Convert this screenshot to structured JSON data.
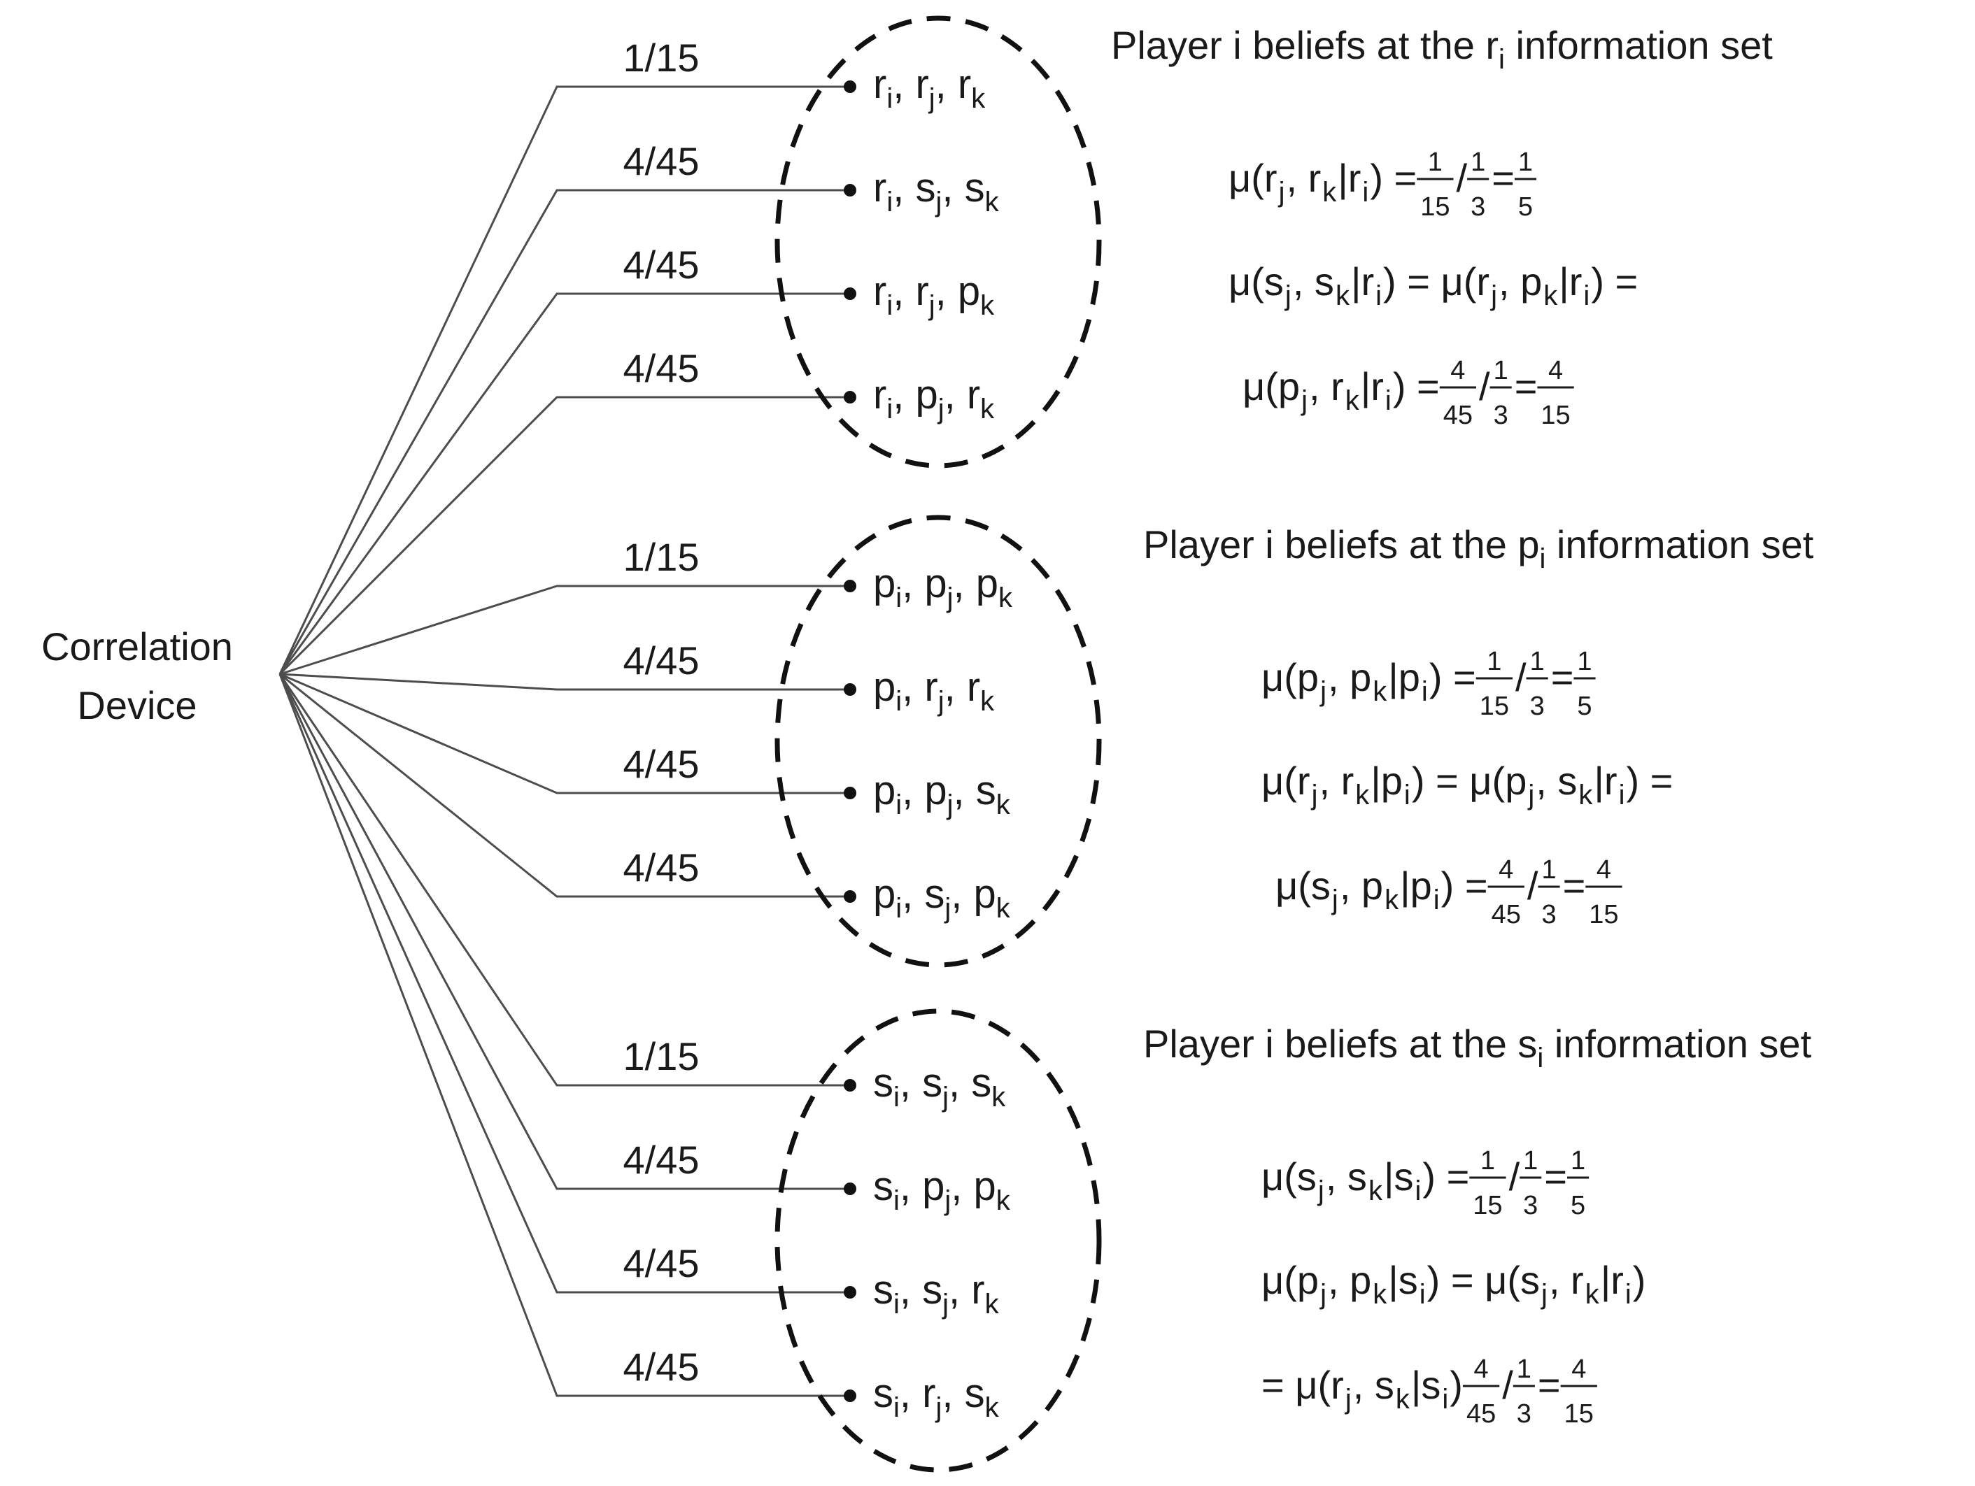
{
  "root_label": [
    "Correlation",
    "Device"
  ],
  "groups": [
    {
      "heading": {
        "pre": "Player i beliefs at the ",
        "var": "r",
        "sub": "i",
        "post": " information set"
      },
      "branches": [
        {
          "prob": "1/15",
          "leaf": [
            [
              "r",
              "i"
            ],
            [
              "r",
              "j"
            ],
            [
              "r",
              "k"
            ]
          ]
        },
        {
          "prob": "4/45",
          "leaf": [
            [
              "r",
              "i"
            ],
            [
              "s",
              "j"
            ],
            [
              "s",
              "k"
            ]
          ]
        },
        {
          "prob": "4/45",
          "leaf": [
            [
              "r",
              "i"
            ],
            [
              "r",
              "j"
            ],
            [
              "p",
              "k"
            ]
          ]
        },
        {
          "prob": "4/45",
          "leaf": [
            [
              "r",
              "i"
            ],
            [
              "p",
              "j"
            ],
            [
              "r",
              "k"
            ]
          ]
        }
      ],
      "equations": [
        [
          {
            "t": "μ(r"
          },
          {
            "s": "j"
          },
          {
            "t": ", r"
          },
          {
            "s": "k"
          },
          {
            "t": " |r"
          },
          {
            "s": "i"
          },
          {
            "t": ") = "
          },
          {
            "f": [
              "1",
              "15"
            ]
          },
          {
            "t": " / "
          },
          {
            "f": [
              "1",
              "3"
            ]
          },
          {
            "t": " = "
          },
          {
            "f": [
              "1",
              "5"
            ]
          }
        ],
        [
          {
            "t": "μ(s"
          },
          {
            "s": "j"
          },
          {
            "t": ", s"
          },
          {
            "s": "k"
          },
          {
            "t": " |r"
          },
          {
            "s": "i"
          },
          {
            "t": ") = μ(r"
          },
          {
            "s": "j"
          },
          {
            "t": ", p"
          },
          {
            "s": "k"
          },
          {
            "t": " |r"
          },
          {
            "s": "i"
          },
          {
            "t": ") ="
          }
        ],
        [
          {
            "t": "μ(p"
          },
          {
            "s": "j"
          },
          {
            "t": ", r"
          },
          {
            "s": "k"
          },
          {
            "t": " |r"
          },
          {
            "s": "i"
          },
          {
            "t": ") =  "
          },
          {
            "f": [
              "4",
              "45"
            ]
          },
          {
            "t": " / "
          },
          {
            "f": [
              "1",
              "3"
            ]
          },
          {
            "t": " = "
          },
          {
            "f": [
              "4",
              "15"
            ]
          }
        ]
      ]
    },
    {
      "heading": {
        "pre": "Player i beliefs at the ",
        "var": "p",
        "sub": "i",
        "post": " information set"
      },
      "branches": [
        {
          "prob": "1/15",
          "leaf": [
            [
              "p",
              "i"
            ],
            [
              "p",
              "j"
            ],
            [
              "p",
              "k"
            ]
          ]
        },
        {
          "prob": "4/45",
          "leaf": [
            [
              "p",
              "i"
            ],
            [
              "r",
              "j"
            ],
            [
              "r",
              "k"
            ]
          ]
        },
        {
          "prob": "4/45",
          "leaf": [
            [
              "p",
              "i"
            ],
            [
              "p",
              "j"
            ],
            [
              "s",
              "k"
            ]
          ]
        },
        {
          "prob": "4/45",
          "leaf": [
            [
              "p",
              "i"
            ],
            [
              "s",
              "j"
            ],
            [
              "p",
              "k"
            ]
          ]
        }
      ],
      "equations": [
        [
          {
            "t": "μ(p"
          },
          {
            "s": "j"
          },
          {
            "t": ", p"
          },
          {
            "s": "k"
          },
          {
            "t": " |p"
          },
          {
            "s": "i"
          },
          {
            "t": ") = "
          },
          {
            "f": [
              "1",
              "15"
            ]
          },
          {
            "t": " / "
          },
          {
            "f": [
              "1",
              "3"
            ]
          },
          {
            "t": " = "
          },
          {
            "f": [
              "1",
              "5"
            ]
          }
        ],
        [
          {
            "t": "μ(r"
          },
          {
            "s": "j"
          },
          {
            "t": ", r"
          },
          {
            "s": "k"
          },
          {
            "t": " |p"
          },
          {
            "s": "i"
          },
          {
            "t": ") = μ(p"
          },
          {
            "s": "j"
          },
          {
            "t": ", s"
          },
          {
            "s": "k"
          },
          {
            "t": " |r"
          },
          {
            "s": "i"
          },
          {
            "t": ") ="
          }
        ],
        [
          {
            "t": "μ(s"
          },
          {
            "s": "j"
          },
          {
            "t": ", p"
          },
          {
            "s": "k"
          },
          {
            "t": " |p"
          },
          {
            "s": "i"
          },
          {
            "t": ") =  "
          },
          {
            "f": [
              "4",
              "45"
            ]
          },
          {
            "t": " / "
          },
          {
            "f": [
              "1",
              "3"
            ]
          },
          {
            "t": " = "
          },
          {
            "f": [
              "4",
              "15"
            ]
          }
        ]
      ]
    },
    {
      "heading": {
        "pre": "Player i beliefs at the ",
        "var": "s",
        "sub": "i",
        "post": " information set"
      },
      "branches": [
        {
          "prob": "1/15",
          "leaf": [
            [
              "s",
              "i"
            ],
            [
              "s",
              "j"
            ],
            [
              "s",
              "k"
            ]
          ]
        },
        {
          "prob": "4/45",
          "leaf": [
            [
              "s",
              "i"
            ],
            [
              "p",
              "j"
            ],
            [
              "p",
              "k"
            ]
          ]
        },
        {
          "prob": "4/45",
          "leaf": [
            [
              "s",
              "i"
            ],
            [
              "s",
              "j"
            ],
            [
              "r",
              "k"
            ]
          ]
        },
        {
          "prob": "4/45",
          "leaf": [
            [
              "s",
              "i"
            ],
            [
              "r",
              "j"
            ],
            [
              "s",
              "k"
            ]
          ]
        }
      ],
      "equations": [
        [
          {
            "t": "μ(s"
          },
          {
            "s": "j"
          },
          {
            "t": ", s"
          },
          {
            "s": "k"
          },
          {
            "t": " |s"
          },
          {
            "s": "i"
          },
          {
            "t": ") = "
          },
          {
            "f": [
              "1",
              "15"
            ]
          },
          {
            "t": " / "
          },
          {
            "f": [
              "1",
              "3"
            ]
          },
          {
            "t": " = "
          },
          {
            "f": [
              "1",
              "5"
            ]
          }
        ],
        [
          {
            "t": "μ(p"
          },
          {
            "s": "j"
          },
          {
            "t": ", p"
          },
          {
            "s": "k"
          },
          {
            "t": " |s"
          },
          {
            "s": "i"
          },
          {
            "t": ") = μ(s"
          },
          {
            "s": "j"
          },
          {
            "t": ", r"
          },
          {
            "s": "k"
          },
          {
            "t": " |r"
          },
          {
            "s": "i"
          },
          {
            "t": ")"
          }
        ],
        [
          {
            "t": "= μ(r"
          },
          {
            "s": "j"
          },
          {
            "t": ", s"
          },
          {
            "s": "k"
          },
          {
            "t": " |s"
          },
          {
            "s": "i"
          },
          {
            "t": ") "
          },
          {
            "f": [
              "4",
              "45"
            ]
          },
          {
            "t": " / "
          },
          {
            "f": [
              "1",
              "3"
            ]
          },
          {
            "t": " = "
          },
          {
            "f": [
              "4",
              "15"
            ]
          }
        ]
      ]
    }
  ]
}
